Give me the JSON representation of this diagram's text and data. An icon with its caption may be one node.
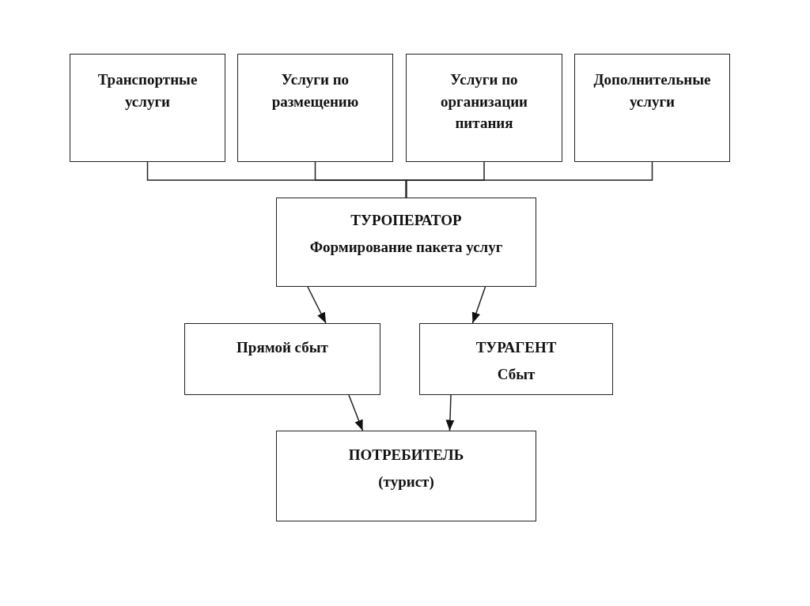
{
  "diagram": {
    "nodes": [
      {
        "text": [
          "Транспортные услуги"
        ]
      },
      {
        "text": [
          "Услуги по размещению"
        ]
      },
      {
        "text": [
          "Услуги по организации питания"
        ]
      },
      {
        "text": [
          "Дополнительные услуги"
        ]
      },
      {
        "text": [
          "ТУРОПЕРАТОР",
          "Формирование пакета услуг"
        ]
      },
      {
        "text": [
          "Прямой сбыт"
        ]
      },
      {
        "text": [
          "ТУРАГЕНТ",
          "Сбыт"
        ]
      },
      {
        "text": [
          "ПОТРЕБИТЕЛЬ",
          "(турист)"
        ]
      }
    ],
    "edges": [
      {
        "from": 0,
        "to": 4,
        "arrow": "none"
      },
      {
        "from": 1,
        "to": 4,
        "arrow": "none"
      },
      {
        "from": 2,
        "to": 4,
        "arrow": "none"
      },
      {
        "from": 3,
        "to": 4,
        "arrow": "none"
      },
      {
        "from": 4,
        "to": 5,
        "arrow": "to"
      },
      {
        "from": 4,
        "to": 6,
        "arrow": "to"
      },
      {
        "from": 5,
        "to": 7,
        "arrow": "to"
      },
      {
        "from": 6,
        "to": 7,
        "arrow": "to"
      }
    ]
  }
}
